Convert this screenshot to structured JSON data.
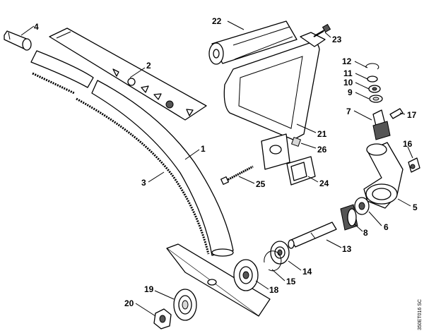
{
  "diagram": {
    "callouts": [
      {
        "id": "p4",
        "label": "4"
      },
      {
        "id": "p2",
        "label": "2"
      },
      {
        "id": "p1",
        "label": "1"
      },
      {
        "id": "p3",
        "label": "3"
      },
      {
        "id": "p22",
        "label": "22"
      },
      {
        "id": "p23",
        "label": "23"
      },
      {
        "id": "p12",
        "label": "12"
      },
      {
        "id": "p11",
        "label": "11"
      },
      {
        "id": "p10",
        "label": "10"
      },
      {
        "id": "p9",
        "label": "9"
      },
      {
        "id": "p7",
        "label": "7"
      },
      {
        "id": "p17",
        "label": "17"
      },
      {
        "id": "p21",
        "label": "21"
      },
      {
        "id": "p26",
        "label": "26"
      },
      {
        "id": "p16",
        "label": "16"
      },
      {
        "id": "p25",
        "label": "25"
      },
      {
        "id": "p24",
        "label": "24"
      },
      {
        "id": "p5",
        "label": "5"
      },
      {
        "id": "p6",
        "label": "6"
      },
      {
        "id": "p8",
        "label": "8"
      },
      {
        "id": "p13",
        "label": "13"
      },
      {
        "id": "p14",
        "label": "14"
      },
      {
        "id": "p15",
        "label": "15"
      },
      {
        "id": "p18",
        "label": "18"
      },
      {
        "id": "p19",
        "label": "19"
      },
      {
        "id": "p20",
        "label": "20"
      }
    ],
    "drawing_code": "350ET016 SC"
  }
}
